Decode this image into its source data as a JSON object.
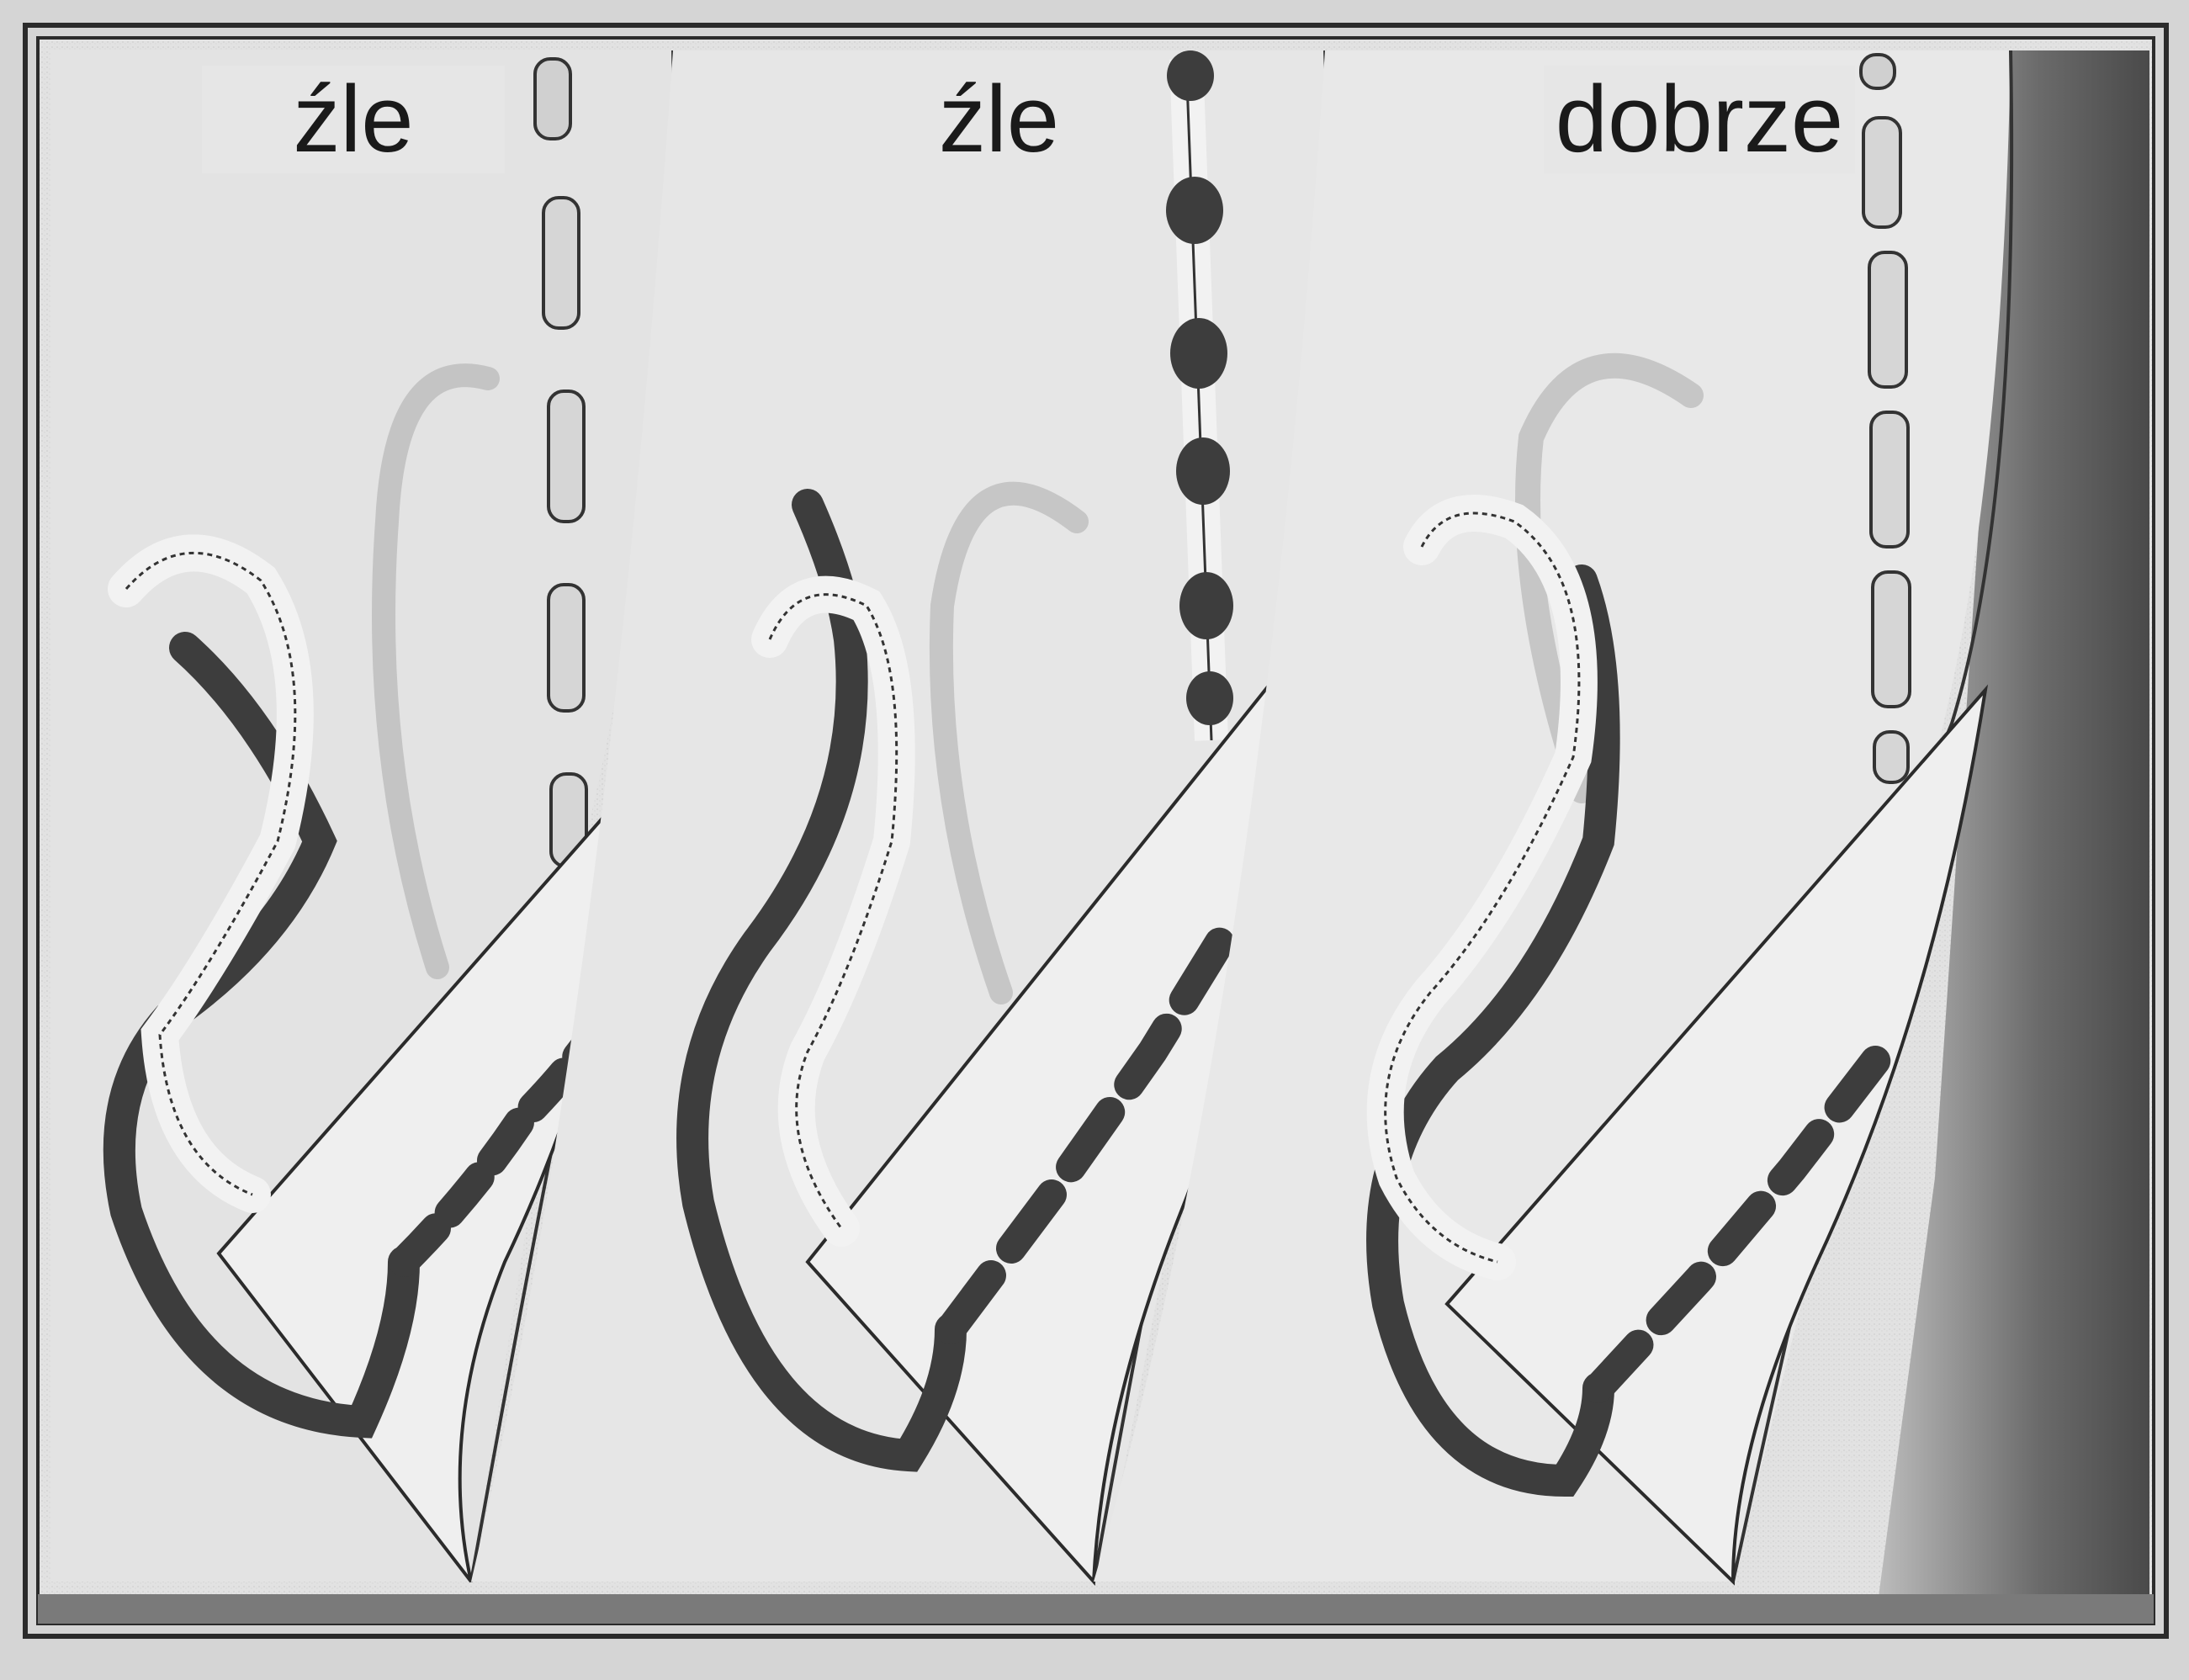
{
  "labels": {
    "panel_1": "źle",
    "panel_2": "źle",
    "panel_3": "dobrze"
  },
  "colors": {
    "background": "#d9d9d9",
    "fabric": "#ececec",
    "dark_thread": "#3d3d3d",
    "light_thread": "#f2f2f2",
    "shadow": "#6e6e6e"
  }
}
